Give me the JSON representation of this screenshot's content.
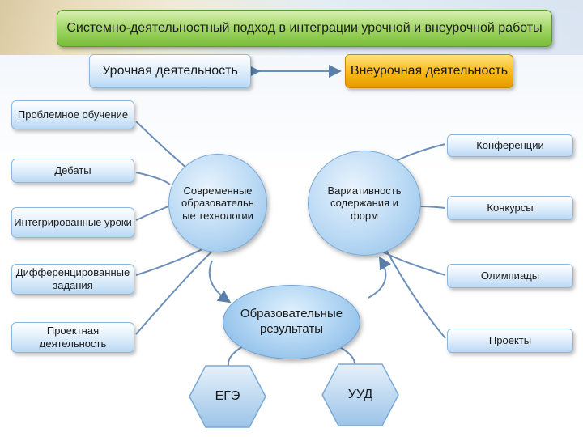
{
  "title": "Системно-деятельностный подход в интеграции урочной и внеурочной работы",
  "top_left": "Урочная деятельность",
  "top_right": "Внеурочная деятельность",
  "left_items": [
    "Проблемное обучение",
    "Дебаты",
    "Интегрированные уроки",
    "Дифференцированные задания",
    "Проектная деятельность"
  ],
  "right_items": [
    "Конференции",
    "Конкурсы",
    "Олимпиады",
    "Проекты"
  ],
  "circle_left": "Современные образовательные технологии",
  "circle_right": "Вариативность содержания и форм",
  "results": "Образовательные результаты",
  "hex_left": "ЕГЭ",
  "hex_right": "УУД",
  "colors": {
    "title_green": "#9dd360",
    "box_blue": "#b9d8f3",
    "box_orange": "#f7b40f",
    "line": "#5a7fa8"
  }
}
